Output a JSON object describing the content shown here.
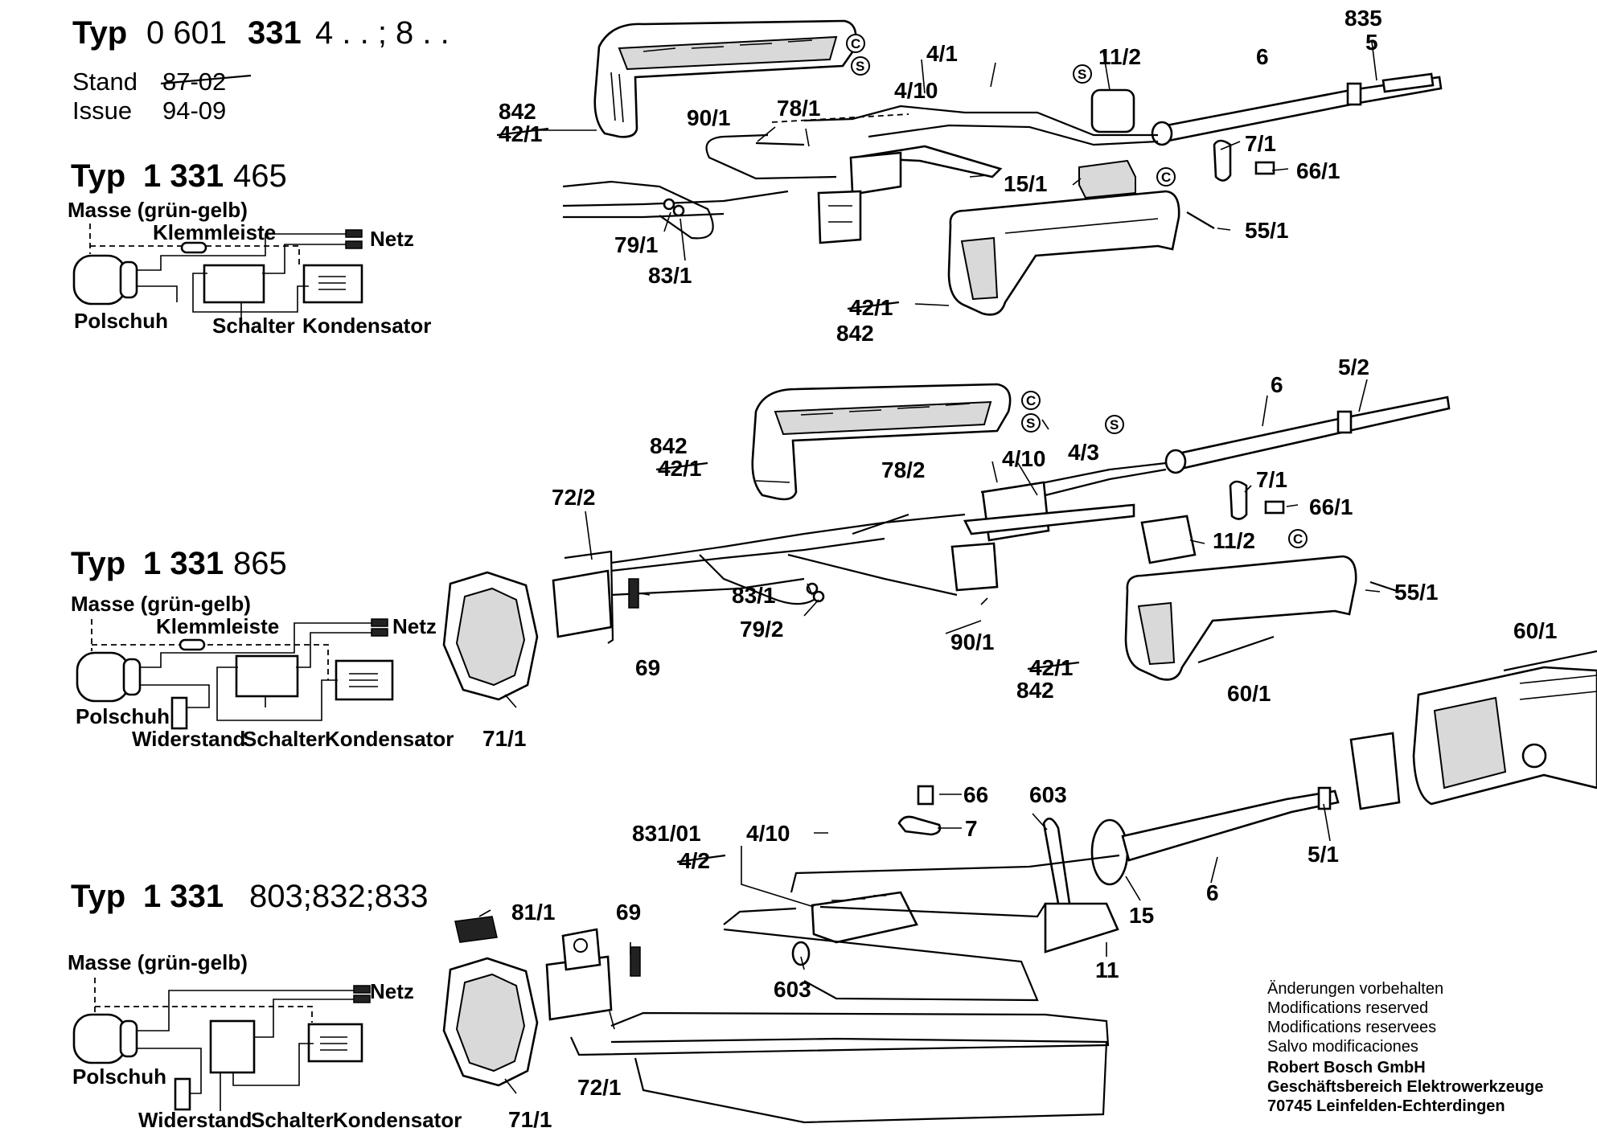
{
  "header": {
    "typ_word": "Typ",
    "typ_number_a": "0 601",
    "typ_number_b": "331",
    "typ_variants": "4 . . ; 8 . .",
    "stand_label": "Stand",
    "stand_value": "87-02",
    "issue_label": "Issue",
    "issue_value": "94-09"
  },
  "sections": [
    {
      "typ_word": "Typ",
      "typ_prefix": "1 331",
      "typ_suffix": "465",
      "schematic": {
        "masse": "Masse (grün-gelb)",
        "klemmleiste": "Klemmleiste",
        "netz": "Netz",
        "polschuh": "Polschuh",
        "schalter": "Schalter",
        "kondensator": "Kondensator"
      }
    },
    {
      "typ_word": "Typ",
      "typ_prefix": "1 331",
      "typ_suffix": "865",
      "schematic": {
        "masse": "Masse (grün-gelb)",
        "klemmleiste": "Klemmleiste",
        "netz": "Netz",
        "polschuh": "Polschuh",
        "widerstand": "Widerstand",
        "schalter": "Schalter",
        "kondensator": "Kondensator"
      }
    },
    {
      "typ_word": "Typ",
      "typ_prefix": "1 331",
      "typ_suffix": "803;832;833",
      "schematic": {
        "masse": "Masse (grün-gelb)",
        "netz": "Netz",
        "polschuh": "Polschuh",
        "widerstand": "Widerstand",
        "schalter": "Schalter",
        "kondensator": "Kondensator"
      }
    }
  ],
  "symbols": {
    "c": "C",
    "s": "S"
  },
  "parts_top": {
    "p835": "835",
    "p5": "5",
    "p6": "6",
    "p4_1": "4/1",
    "p4_10": "4/10",
    "p11_2": "11/2",
    "p842a": "842",
    "p42_1a": "42/1",
    "p90_1": "90/1",
    "p78_1": "78/1",
    "p7_1": "7/1",
    "p66_1": "66/1",
    "p15_1": "15/1",
    "p55_1": "55/1",
    "p79_1": "79/1",
    "p83_1": "83/1",
    "p42_1b": "42/1",
    "p842b": "842"
  },
  "parts_middle": {
    "p6": "6",
    "p5_2": "5/2",
    "p842a": "842",
    "p42_1a": "42/1",
    "p4_10": "4/10",
    "p4_3": "4/3",
    "p78_2": "78/2",
    "p7_1": "7/1",
    "p66_1": "66/1",
    "p72_2": "72/2",
    "p11_2": "11/2",
    "p55_1": "55/1",
    "p83_1": "83/1",
    "p79_2": "79/2",
    "p69": "69",
    "p90_1": "90/1",
    "p42_1b": "42/1",
    "p842b": "842",
    "p60_1a": "60/1",
    "p60_1b": "60/1",
    "p71_1": "71/1"
  },
  "parts_bottom": {
    "p66": "66",
    "p603a": "603",
    "p7": "7",
    "p831_01": "831/01",
    "p4_10": "4/10",
    "p4_2": "4/2",
    "p5_1": "5/1",
    "p6": "6",
    "p15": "15",
    "p81_1": "81/1",
    "p69": "69",
    "p603b": "603",
    "p11": "11",
    "p72_1": "72/1",
    "p71_1": "71/1"
  },
  "footer": {
    "line1": "Änderungen vorbehalten",
    "line2": "Modifications reserved",
    "line3": "Modifications reservees",
    "line4": "Salvo modificaciones",
    "company": "Robert Bosch GmbH",
    "division": "Geschäftsbereich Elektrowerkzeuge",
    "address": "70745 Leinfelden-Echterdingen"
  }
}
